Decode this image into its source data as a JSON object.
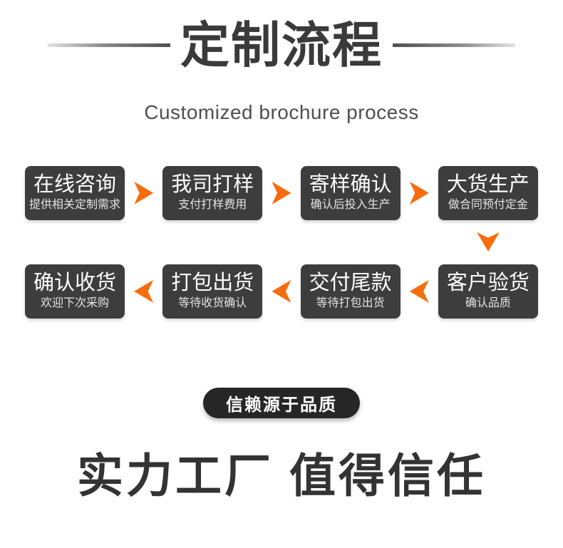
{
  "header": {
    "title": "定制流程",
    "subtitle": "Customized brochure process"
  },
  "flow": {
    "rows": [
      {
        "direction": "right",
        "steps": [
          {
            "title": "在线咨询",
            "desc": "提供相关定制需求"
          },
          {
            "title": "我司打样",
            "desc": "支付打样费用"
          },
          {
            "title": "寄样确认",
            "desc": "确认后投入生产"
          },
          {
            "title": "大货生产",
            "desc": "做合同预付定金"
          }
        ]
      },
      {
        "direction": "left",
        "steps": [
          {
            "title": "确认收货",
            "desc": "欢迎下次采购"
          },
          {
            "title": "打包出货",
            "desc": "等待收货确认"
          },
          {
            "title": "交付尾款",
            "desc": "等待打包出货"
          },
          {
            "title": "客户验货",
            "desc": "确认品质"
          }
        ]
      }
    ]
  },
  "footer": {
    "badge": "信赖源于品质",
    "slogan": "实力工厂 值得信任"
  },
  "colors": {
    "accent_orange": "#f76d0d",
    "step_box_bg": "#3d3d3d",
    "badge_bg": "#262626",
    "heading_text": "#3a3a3a",
    "slogan_text": "#333333"
  }
}
